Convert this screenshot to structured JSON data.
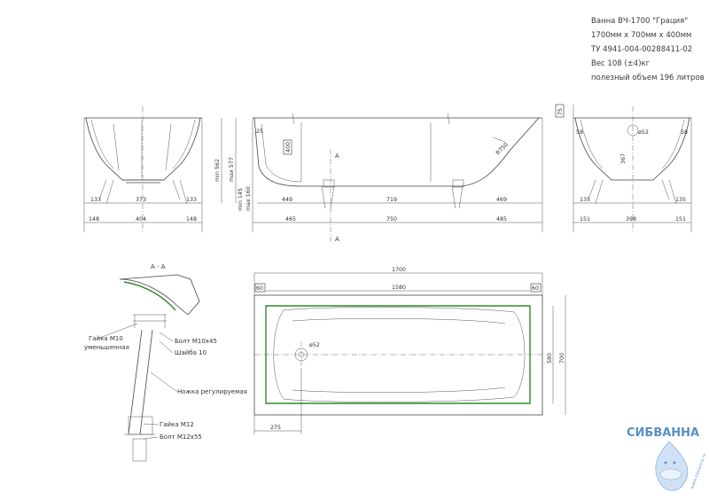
{
  "spec": {
    "title": "Ванна ВЧ-1700 \"Грация\"",
    "size": "1700мм x 700мм x 400мм",
    "standard": "ТУ 4941-004-00288411-02",
    "weight": "Вес 108 (±4)кг",
    "volume": "полезный объем 196 литров"
  },
  "section_label": "А - А",
  "section_mark": "А",
  "callouts": {
    "nut_m10": "Гайка М10",
    "nut_m10_sub": "уменьшенная",
    "bolt_m10": "Болт М10x45",
    "washer": "Шайба 10",
    "leg": "Ножка регулируемая",
    "nut_m12": "Гайка М12",
    "bolt_m12": "Болт М12x55"
  },
  "dims": {
    "left": {
      "133a": "133",
      "373": "373",
      "133b": "133",
      "148a": "148",
      "404": "404",
      "148b": "148"
    },
    "side": {
      "min562": "min 562",
      "max577": "max 577",
      "min145": "min 145",
      "max160": "max 160",
      "400": "400",
      "25": "25",
      "R750": "R750",
      "449": "449",
      "719": "719",
      "469": "469",
      "465": "465",
      "750": "750",
      "485": "485"
    },
    "right": {
      "75": "75",
      "58a": "58",
      "58b": "58",
      "52": "ø52",
      "367": "367",
      "135a": "135",
      "135b": "135",
      "151a": "151",
      "398": "398",
      "151b": "151"
    },
    "top": {
      "1700": "1700",
      "1580": "1580",
      "60a": "60",
      "60b": "60",
      "580": "580",
      "700": "700",
      "275": "275",
      "ø52": "ø52"
    }
  },
  "brand": {
    "name": "СИБВАННА",
    "url": "www.sibvanna.ru"
  },
  "colors": {
    "accent": "#2f8a2f",
    "brand": "#5a8fc4",
    "line": "#444444"
  }
}
